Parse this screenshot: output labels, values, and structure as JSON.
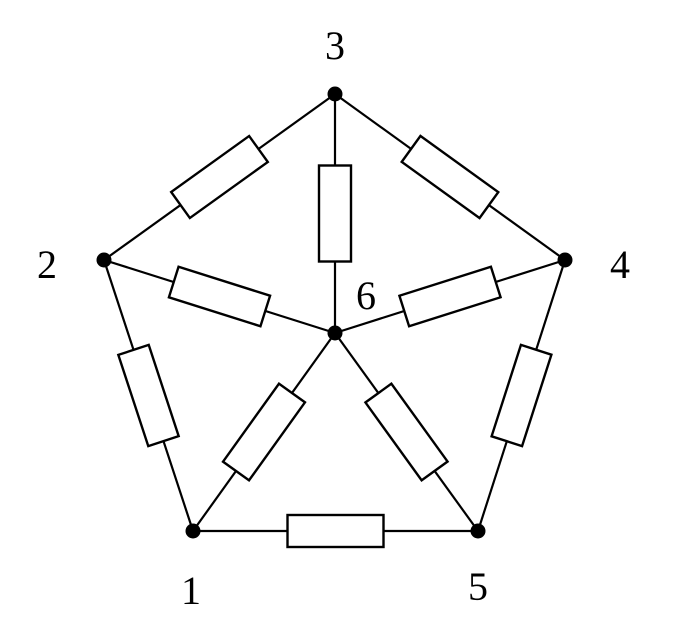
{
  "diagram": {
    "nodes": [
      {
        "id": "1",
        "label": "1"
      },
      {
        "id": "2",
        "label": "2"
      },
      {
        "id": "3",
        "label": "3"
      },
      {
        "id": "4",
        "label": "4"
      },
      {
        "id": "5",
        "label": "5"
      },
      {
        "id": "6",
        "label": "6"
      }
    ],
    "edges": [
      {
        "from": "1",
        "to": "2",
        "component": "resistor"
      },
      {
        "from": "2",
        "to": "3",
        "component": "resistor"
      },
      {
        "from": "3",
        "to": "4",
        "component": "resistor"
      },
      {
        "from": "4",
        "to": "5",
        "component": "resistor"
      },
      {
        "from": "5",
        "to": "1",
        "component": "resistor"
      },
      {
        "from": "1",
        "to": "6",
        "component": "resistor"
      },
      {
        "from": "2",
        "to": "6",
        "component": "resistor"
      },
      {
        "from": "3",
        "to": "6",
        "component": "resistor"
      },
      {
        "from": "4",
        "to": "6",
        "component": "resistor"
      },
      {
        "from": "5",
        "to": "6",
        "component": "resistor"
      }
    ],
    "colors": {
      "stroke": "#000000",
      "background": "#ffffff"
    }
  }
}
